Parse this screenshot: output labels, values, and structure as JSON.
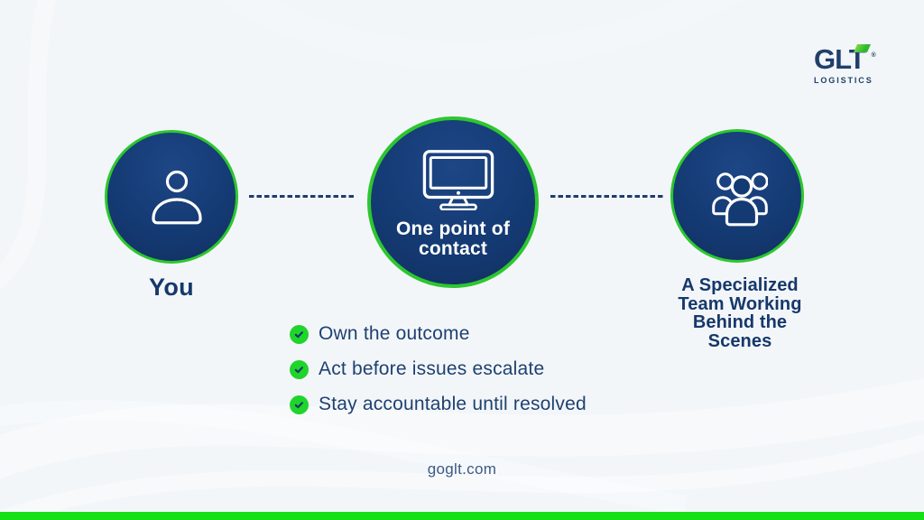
{
  "logo": {
    "name": "GLT",
    "tagline": "LOGISTICS",
    "reg": "®",
    "navy_color": "#20406b",
    "flag_color": "#2eb92e"
  },
  "diagram": {
    "left_node": {
      "icon": "person-icon",
      "label": "You"
    },
    "center_node": {
      "icon": "monitor-icon",
      "lines": [
        "One point of",
        "contact"
      ]
    },
    "right_node": {
      "icon": "team-icon",
      "lines": [
        "A Specialized",
        "Team Working",
        "Behind the",
        "Scenes"
      ]
    },
    "connector_style": "dashed",
    "circle_fill": "#143a73",
    "ring_color": "#2cc72e"
  },
  "checklist": {
    "items": [
      {
        "text": "Own the outcome"
      },
      {
        "text": "Act before issues escalate"
      },
      {
        "text": "Stay accountable until resolved"
      }
    ],
    "bullet_color": "#1fd42b",
    "text_color": "#1e4170"
  },
  "footer": {
    "url": "goglt.com"
  },
  "accents": {
    "bottom_bar_color": "#15e015",
    "background": "#f3f6f9"
  }
}
